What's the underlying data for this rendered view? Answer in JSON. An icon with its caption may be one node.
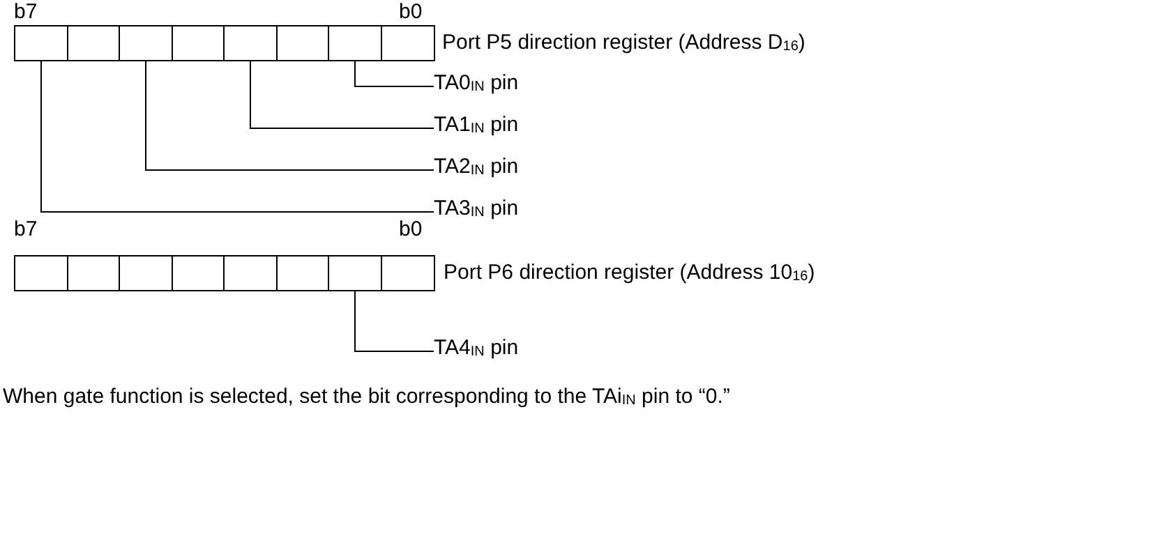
{
  "diagram": {
    "nodes": [
      {
        "text": [],
        "shape": "box"
      },
      {
        "text": [],
        "shape": "box"
      },
      {
        "text": [],
        "shape": "box"
      },
      {
        "text": [],
        "shape": "box"
      },
      {
        "text": [],
        "shape": "box"
      },
      {
        "text": [],
        "shape": "box"
      },
      {
        "text": [],
        "shape": "box"
      },
      {
        "text": [],
        "shape": "box"
      },
      {
        "text": [
          "TA0$_{IN}$ pin"
        ]
      },
      {
        "text": [
          "TA1$_{IN}$ pin"
        ]
      },
      {
        "text": [
          "TA2$_{IN}$ pin"
        ]
      },
      {
        "text": [
          "TA3$_{IN}$ pin"
        ]
      },
      {
        "text": [],
        "shape": "box"
      },
      {
        "text": [],
        "shape": "box"
      },
      {
        "text": [],
        "shape": "box"
      },
      {
        "text": [],
        "shape": "box"
      },
      {
        "text": [],
        "shape": "box"
      },
      {
        "text": [],
        "shape": "box"
      },
      {
        "text": [],
        "shape": "box"
      },
      {
        "text": [],
        "shape": "box"
      },
      {
        "text": [
          "TA4$_{IN}$ pin"
        ]
      }
    ],
    "edges": [
      {
        "from": 8,
        "to": 6,
        "arrow": "none"
      },
      {
        "from": 9,
        "to": 4,
        "arrow": "none"
      },
      {
        "from": 10,
        "to": 2,
        "arrow": "none"
      },
      {
        "from": 11,
        "to": 0,
        "arrow": "none"
      },
      {
        "from": 20,
        "to": 18,
        "arrow": "none"
      }
    ],
    "labels": [
      "b7",
      "b0",
      "Port P5 direction register (Address D$_{16}$)",
      "b7",
      "b0",
      "Port P6 direction register (Address 10$_{16}$)",
      "When gate function is selected, set the bit corresponding to the TAi$_{IN}$ pin to “0.”"
    ]
  }
}
